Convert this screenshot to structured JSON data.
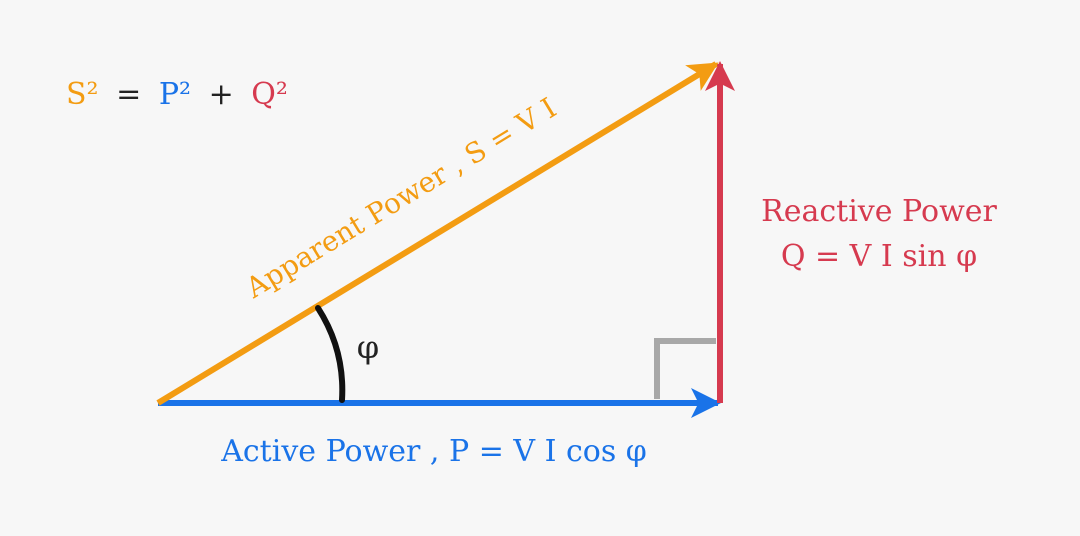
{
  "formula": {
    "s_sq": "S²",
    "eq": "=",
    "p_sq": "P²",
    "plus": "+",
    "q_sq": "Q²"
  },
  "apparent": {
    "label": "Apparent Power ,  S = V I"
  },
  "reactive": {
    "title": "Reactive Power",
    "formula": "Q = V I sin φ"
  },
  "active": {
    "label": "Active Power ,  P = V I cos φ"
  },
  "angle": {
    "symbol": "φ"
  },
  "colors": {
    "apparent": "#f39c12",
    "active": "#1a73e8",
    "reactive": "#d63a4f",
    "angle_arc": "#111111",
    "right_angle": "#a8a8a8",
    "text_dark": "#222222"
  }
}
